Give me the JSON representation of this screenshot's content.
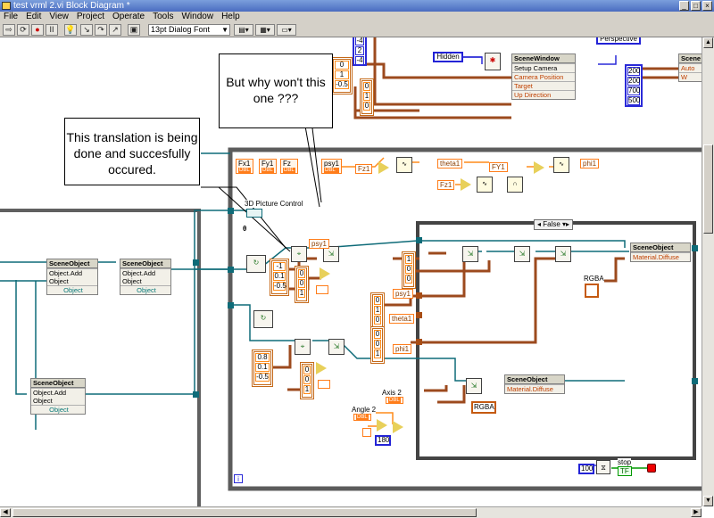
{
  "window": {
    "title": "test vrml 2.vi Block Diagram *",
    "buttons": [
      "_",
      "□",
      "×"
    ]
  },
  "menu": [
    "File",
    "Edit",
    "View",
    "Project",
    "Operate",
    "Tools",
    "Window",
    "Help"
  ],
  "toolbar": {
    "font": "13pt Dialog Font",
    "run": "⇨",
    "run_cont": "⟳",
    "abort": "●",
    "pause": "II",
    "highlight": "💡",
    "step_into": "↘",
    "step_over": "↷",
    "step_out": "↗"
  },
  "callouts": {
    "right": "But why won't this one ???",
    "left": "This translation is being done and succesfully occured."
  },
  "diagram": {
    "top_consts": [
      "-4",
      "2",
      "-4"
    ],
    "top_col1": [
      "0",
      "1",
      "-0.5"
    ],
    "top_col2": [
      "0",
      "1",
      "0"
    ],
    "hidden": "Hidden",
    "perspective": "Perspective",
    "scene_window": {
      "title": "SceneWindow",
      "rows": [
        "Setup Camera",
        "Camera Position",
        "Target",
        "Up Direction"
      ]
    },
    "right_col": [
      "200",
      "200",
      "700",
      "500"
    ],
    "right_prop": {
      "title": "Scene",
      "rows": [
        "Auto",
        "W"
      ]
    },
    "controls": {
      "fx1": "Fx1",
      "fy1": "Fy1",
      "fz": "Fz",
      "psy1": "psy1",
      "fz1": "Fz1",
      "theta1": "theta1",
      "fy1b": "FY1",
      "phi1": "phi1",
      "fz1b": "Fz1",
      "dbl": "DBL"
    },
    "picture_control": "3D Picture Control",
    "case_selector": "False",
    "scene_objects": [
      {
        "title": "SceneObject",
        "rows": [
          "Object.Add Object",
          "Object"
        ]
      },
      {
        "title": "SceneObject",
        "rows": [
          "Object.Add Object",
          "Object"
        ]
      },
      {
        "title": "SceneObject",
        "rows": [
          "Object.Add Object",
          "Object"
        ]
      },
      {
        "title": "SceneObject",
        "rows": [
          "Material.Diffuse"
        ]
      },
      {
        "title": "SceneObject",
        "rows": [
          "Material.Diffuse"
        ]
      }
    ],
    "trans1": [
      "-1",
      "0.1",
      "-0.5"
    ],
    "rot1": [
      "0",
      "0",
      "1"
    ],
    "trans2": [
      "0.8",
      "0.1",
      "-0.5"
    ],
    "rot2": [
      "0",
      "0",
      "1"
    ],
    "case_cols": [
      [
        "1",
        "0",
        "0"
      ],
      [
        "0",
        "1",
        "0"
      ],
      [
        "0",
        "0",
        "1"
      ]
    ],
    "case_labels": {
      "psy1": "psy1",
      "theta1": "theta1",
      "phi1": "phi1"
    },
    "rgba": "RGBA",
    "angle2": "Angle 2",
    "axis2": "Axis 2",
    "c180": "180",
    "c100": "100",
    "stop": "stop",
    "tf": "TF",
    "loop_i": "i",
    "theta_lbl": "θ"
  }
}
